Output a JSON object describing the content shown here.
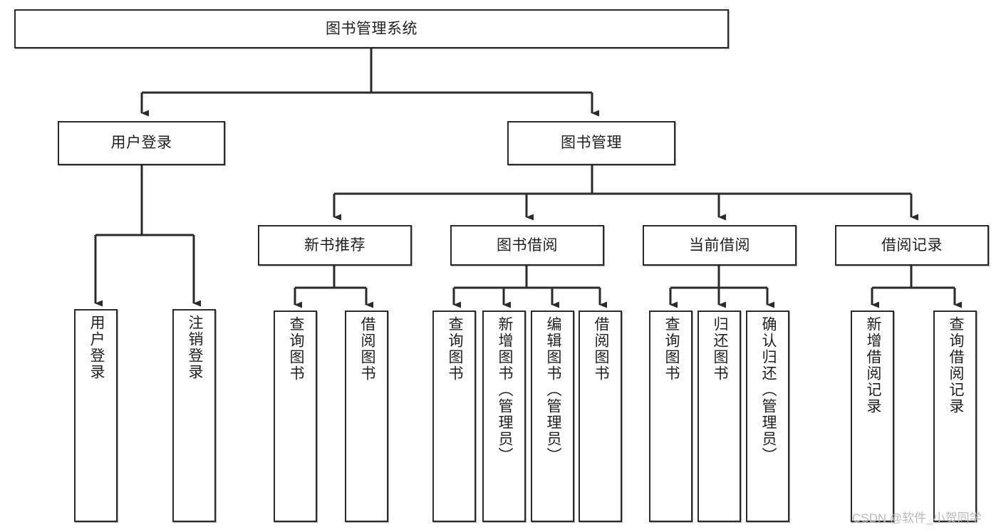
{
  "diagram": {
    "type": "tree-hierarchy",
    "title": "图书管理系统",
    "watermark": "CSDN @软件_小贺同学",
    "colors": {
      "box_border": "#2b2b2b",
      "box_fill": "#ffffff",
      "connector": "#2b2b2b",
      "text": "#1f1f1f",
      "watermark": "#b9b9b9"
    },
    "root": {
      "label": "图书管理系统"
    },
    "level2": [
      {
        "label": "用户登录"
      },
      {
        "label": "图书管理"
      }
    ],
    "level3": [
      {
        "label": "新书推荐"
      },
      {
        "label": "图书借阅"
      },
      {
        "label": "当前借阅"
      },
      {
        "label": "借阅记录"
      }
    ],
    "leaves": {
      "user_login": [
        {
          "label": "用户登录"
        },
        {
          "label": "注销登录"
        }
      ],
      "new_book_recommend": [
        {
          "label": "查询图书"
        },
        {
          "label": "借阅图书"
        }
      ],
      "book_borrow": [
        {
          "label": "查询图书"
        },
        {
          "label": "新增图书（管理员）"
        },
        {
          "label": "编辑图书（管理员）"
        },
        {
          "label": "借阅图书"
        }
      ],
      "current_borrow": [
        {
          "label": "查询图书"
        },
        {
          "label": "归还图书"
        },
        {
          "label": "确认归还（管理员）"
        }
      ],
      "borrow_records": [
        {
          "label": "新增借阅记录"
        },
        {
          "label": "查询借阅记录"
        }
      ]
    }
  }
}
